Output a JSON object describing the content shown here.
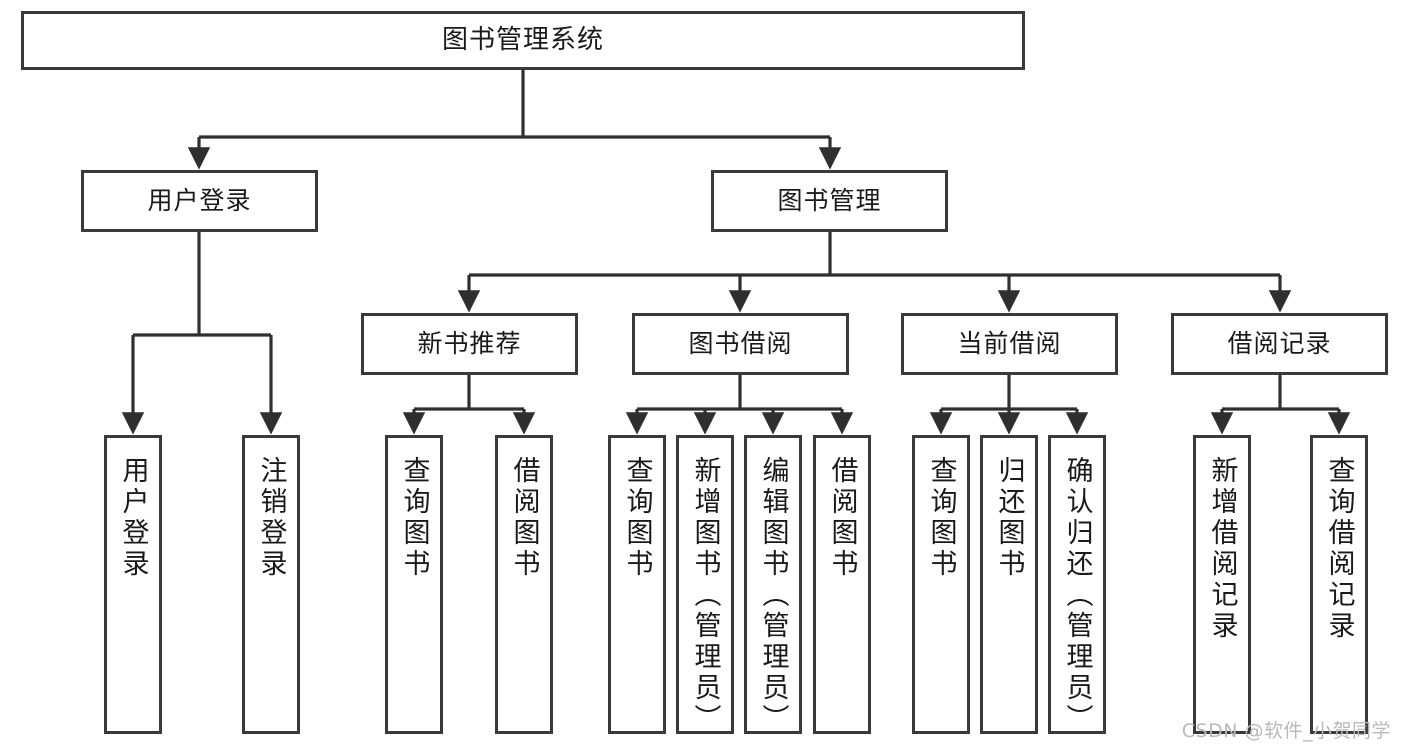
{
  "diagram": {
    "title": "图书管理系统",
    "type": "tree",
    "watermark": "CSDN @软件_小贺同学",
    "colors": {
      "box_border": "#3a3a3a",
      "box_fill": "#ffffff",
      "connector": "#2f2f2f",
      "text": "#1a1a1a",
      "watermark": "#b9b9b9"
    },
    "root": {
      "label": "图书管理系统"
    },
    "level2": [
      {
        "label": "用户登录"
      },
      {
        "label": "图书管理"
      }
    ],
    "level3": [
      {
        "label": "新书推荐"
      },
      {
        "label": "图书借阅"
      },
      {
        "label": "当前借阅"
      },
      {
        "label": "借阅记录"
      }
    ],
    "leaves": {
      "user_login": [
        {
          "label": "用户登录"
        },
        {
          "label": "注销登录"
        }
      ],
      "new_book": [
        {
          "label": "查询图书"
        },
        {
          "label": "借阅图书"
        }
      ],
      "book_borrow": [
        {
          "label": "查询图书"
        },
        {
          "label": "新增图书（管理员）"
        },
        {
          "label": "编辑图书（管理员）"
        },
        {
          "label": "借阅图书"
        }
      ],
      "current_borrow": [
        {
          "label": "查询图书"
        },
        {
          "label": "归还图书"
        },
        {
          "label": "确认归还（管理员）"
        }
      ],
      "borrow_record": [
        {
          "label": "新增借阅记录"
        },
        {
          "label": "查询借阅记录"
        }
      ]
    }
  }
}
